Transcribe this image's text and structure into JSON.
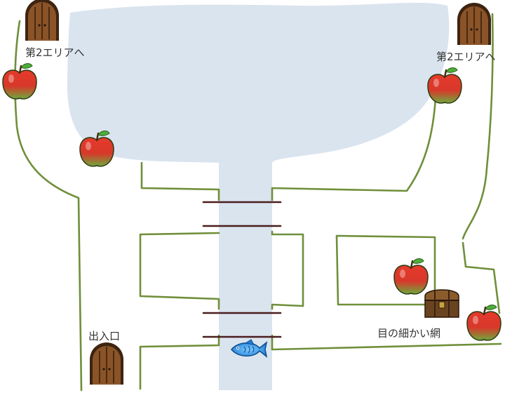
{
  "labels": {
    "area2_left": "第2エリアへ",
    "area2_right": "第2エリアへ",
    "entrance": "出入口",
    "item_net": "目の細かい網"
  },
  "colors": {
    "water": "#dae4ef",
    "path": "#6f8f3a",
    "bridge": "#4a1e1e",
    "door_wood": "#7a4a22",
    "door_frame": "#3e2410",
    "apple_red": "#e0352a",
    "apple_green": "#5a9a3a",
    "fish": "#3ea0f0",
    "chest": "#7a5228"
  },
  "icons": [
    "door-icon",
    "apple-icon",
    "fish-icon",
    "treasure-chest-icon"
  ]
}
